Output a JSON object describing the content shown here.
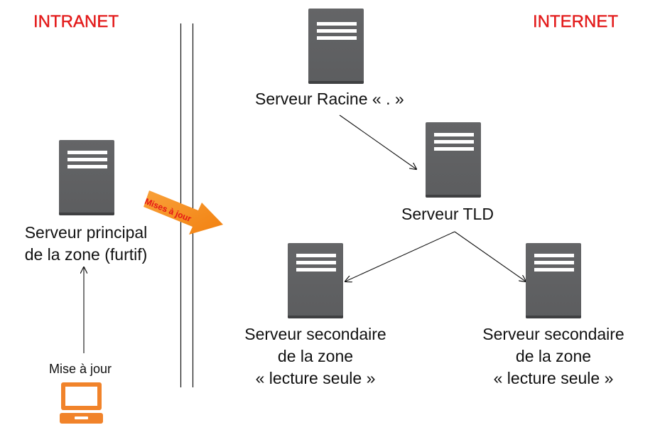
{
  "zones": {
    "left": "INTRANET",
    "right": "INTERNET"
  },
  "servers": {
    "root": "Serveur Racine « . »",
    "tld": "Serveur TLD",
    "primary": [
      "Serveur principal",
      "de la zone (furtif)"
    ],
    "secondary_left": [
      "Serveur secondaire",
      "de la zone",
      "« lecture seule »"
    ],
    "secondary_right": [
      "Serveur secondaire",
      "de la zone",
      "« lecture seule »"
    ]
  },
  "updates_arrow_label": "Mises à jour",
  "laptop_label": "Mise à jour",
  "colors": {
    "zone_title": "#e31b1b",
    "server": "#626365",
    "arrow": "#f28c1a",
    "laptop": "#f1832a"
  }
}
